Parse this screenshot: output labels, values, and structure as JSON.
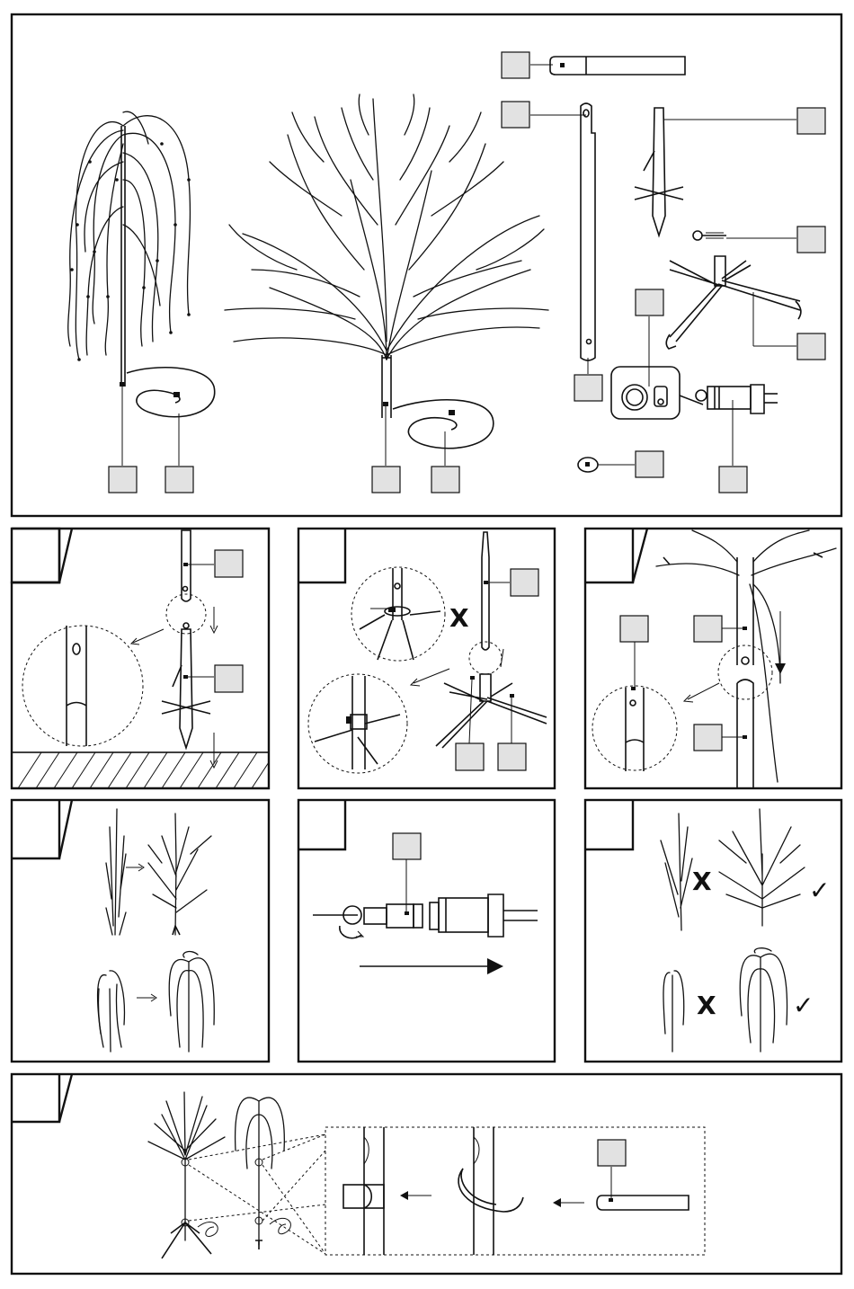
{
  "marks": {
    "cross": "X",
    "check": "✓"
  },
  "steps": [
    {
      "id": "s1"
    },
    {
      "id": "s2"
    },
    {
      "id": "s3"
    },
    {
      "id": "s4"
    },
    {
      "id": "s5"
    },
    {
      "id": "s6"
    },
    {
      "id": "s7"
    }
  ]
}
